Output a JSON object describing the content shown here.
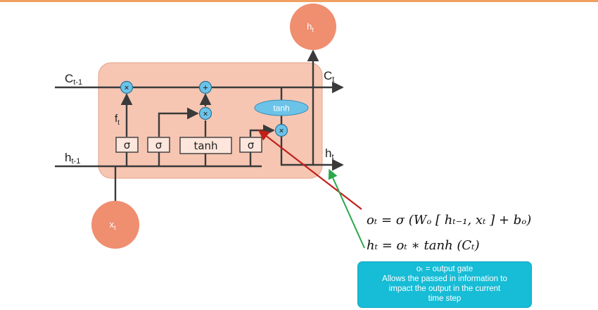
{
  "labels": {
    "c_prev": "C",
    "c_prev_sub": "t-1",
    "c_next": "C",
    "c_next_sub": "t",
    "h_prev": "h",
    "h_prev_sub": "t-1",
    "h_next": "h",
    "h_next_sub": "t",
    "h_top": "h",
    "h_top_sub": "t",
    "x_in": "x",
    "x_in_sub": "t",
    "f_gate": "f",
    "f_gate_sub": "t"
  },
  "gates": {
    "sigma_1": "σ",
    "sigma_2": "σ",
    "tanh_box": "tanh",
    "sigma_3": "σ",
    "tanh_oval": "tanh"
  },
  "ops": {
    "multiply": "×",
    "add": "+"
  },
  "equations": {
    "output_gate": "oₜ = σ (Wₒ [ hₜ₋₁, xₜ ] + bₒ)",
    "hidden_state": "hₜ = oₜ ∗ tanh (Cₜ)"
  },
  "note": {
    "line1": "oₜ = output gate",
    "line2": "Allows the passed in information to",
    "line3": "impact the output in the current",
    "line4": "time step"
  },
  "colors": {
    "top_rule": "#f0a060",
    "cell_fill": "#f6c6b2",
    "node_fill": "#f08e70",
    "op_fill": "#6cc3e8",
    "line": "#3a3a3a",
    "red_arrow": "#c0201a",
    "green_arrow": "#2aa84a",
    "note_fill": "#17bcd6"
  }
}
